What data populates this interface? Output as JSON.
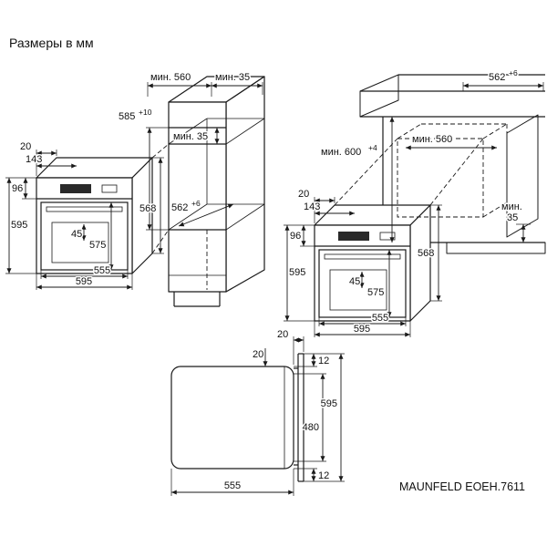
{
  "header": {
    "title": "Размеры в мм"
  },
  "footer": {
    "model": "MAUNFELD EOEH.7611"
  },
  "tall_cabinet": {
    "min_depth": "мин. 560",
    "min_top_gap": "мин. 35",
    "niche_height": "585",
    "niche_height_tol": "+10",
    "vent_gap": "мин. 35",
    "niche_depth": "562",
    "niche_depth_tol": "+6"
  },
  "oven_left": {
    "top_offset": "20",
    "panel_depth": "143",
    "panel_height": "96",
    "front_height": "595",
    "handle_clearance": "45",
    "door_height": "575",
    "body_height": "568",
    "front_width": "595",
    "body_width": "555"
  },
  "oven_right": {
    "top_offset": "20",
    "panel_depth": "143",
    "panel_height": "96",
    "front_height": "595",
    "handle_clearance": "45",
    "door_height": "575",
    "body_height": "568",
    "front_width": "595",
    "body_width": "555"
  },
  "base_cabinet": {
    "niche_depth": "562",
    "niche_depth_tol": "+6",
    "min_height": "мин. 600",
    "min_height_tol": "+4",
    "min_depth": "мин. 560",
    "rear_gap_word": "мин.",
    "rear_gap_value": "35"
  },
  "top_view": {
    "door_offset": "20",
    "front_clearance": "20",
    "overhang_top": "12",
    "frame_width": "595",
    "inner_width": "480",
    "body_depth": "555",
    "overhang_bottom": "12"
  }
}
